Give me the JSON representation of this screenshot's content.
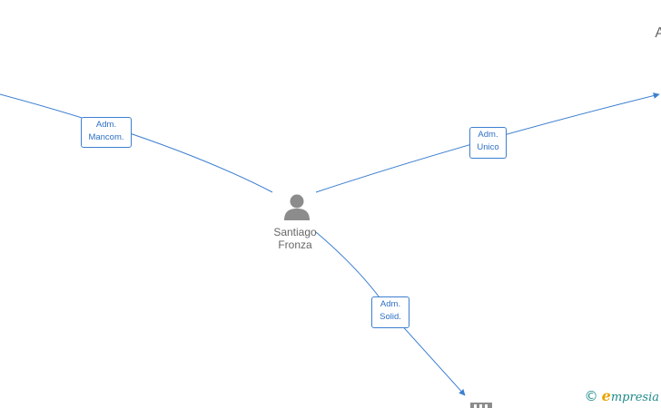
{
  "center_node": {
    "name_line1": "Santiago",
    "name_line2": "Fronza",
    "icon": "person-icon"
  },
  "edges": [
    {
      "id": "mancom",
      "label_line1": "Adm.",
      "label_line2": "Mancom."
    },
    {
      "id": "unico",
      "label_line1": "Adm.",
      "label_line2": "Unico"
    },
    {
      "id": "solid",
      "label_line1": "Adm.",
      "label_line2": "Solid."
    }
  ],
  "offscreen_nodes": {
    "top_right_partial_text": "A",
    "bottom_icon": "company-icon"
  },
  "watermark": {
    "symbol": "©",
    "brand_initial": "e",
    "brand_rest": "mpresia"
  },
  "colors": {
    "edge": "#3d7fd0",
    "label_text": "#2d6fc4",
    "node_icon": "#8c8c8c",
    "brand_teal": "#1f8a8a",
    "brand_orange": "#e8a400"
  }
}
